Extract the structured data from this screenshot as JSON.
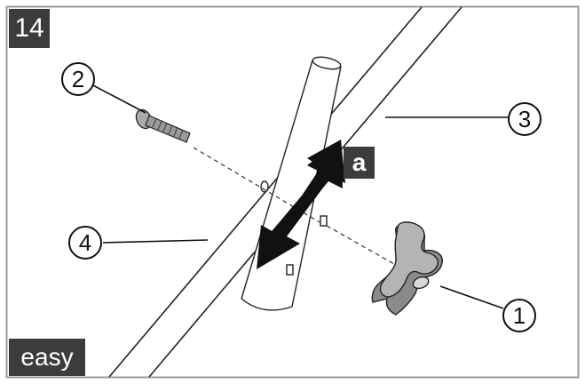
{
  "step_number": "14",
  "difficulty": "easy",
  "arrow_label": "a",
  "callouts": [
    "1",
    "2",
    "3",
    "4"
  ],
  "colors": {
    "frame": "#9a9a9a",
    "tag_background": "#3c3c3c",
    "tag_text": "#ffffff",
    "line": "#222222",
    "arrow": "#111111",
    "knob_top": "#b4b4b4",
    "knob_side": "#8a8a8a"
  }
}
